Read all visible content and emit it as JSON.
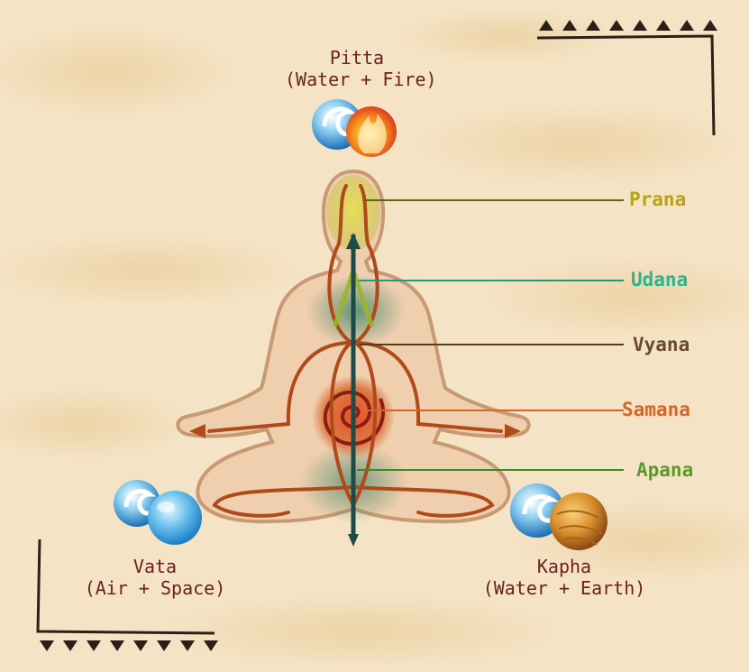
{
  "title": {
    "pitta_name": "Pitta",
    "pitta_elements": "(Water + Fire)",
    "vata_name": "Vata",
    "vata_elements": "(Air + Space)",
    "kapha_name": "Kapha",
    "kapha_elements": "(Water + Earth)"
  },
  "vayus": [
    {
      "label": "Prana",
      "color": "#b9a21a"
    },
    {
      "label": "Udana",
      "color": "#2bb58e"
    },
    {
      "label": "Vyana",
      "color": "#6b4a2a"
    },
    {
      "label": "Samana",
      "color": "#d9642a"
    },
    {
      "label": "Apana",
      "color": "#5a9a2a"
    }
  ],
  "colors": {
    "background": "#f4e3c4",
    "text": "#6b1f1f",
    "channel": "#b04a1a",
    "spine": "#1f4a4a",
    "body_outline": "#d9b89a"
  },
  "icons": [
    "water-element-icon",
    "fire-element-icon",
    "air-element-icon",
    "space-element-icon",
    "earth-element-icon"
  ]
}
